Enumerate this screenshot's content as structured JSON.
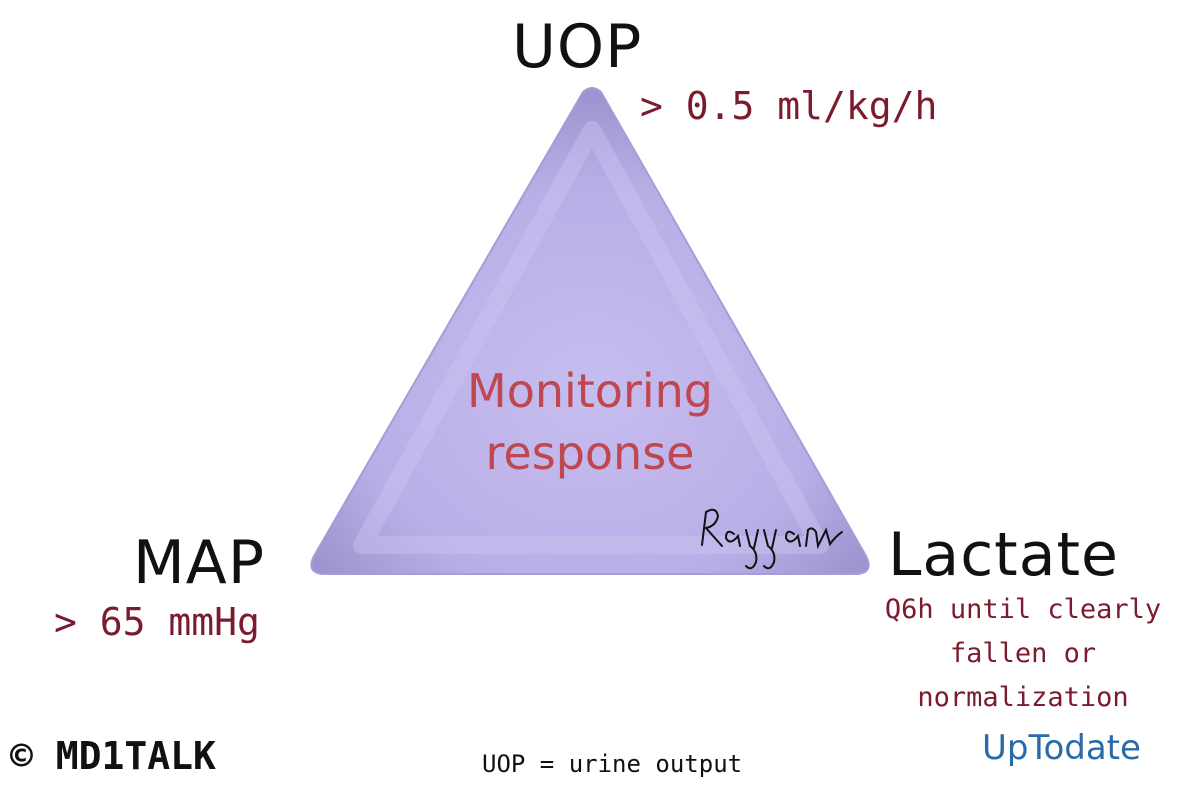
{
  "diagram": {
    "center_line1": "Monitoring",
    "center_line2": "response",
    "signature": "Rayyan",
    "fill_color": "#b9aee6",
    "nodes": {
      "uop": {
        "label": "UOP",
        "target": "> 0.5 ml/kg/h"
      },
      "map": {
        "label": "MAP",
        "target": "> 65 mmHg"
      },
      "lactate": {
        "label": "Lactate",
        "target": "Q6h until clearly fallen or normalization"
      }
    }
  },
  "footer": {
    "copyright": "© MD1TALK",
    "footnote": "UOP = urine output",
    "source": "UpTodate"
  }
}
